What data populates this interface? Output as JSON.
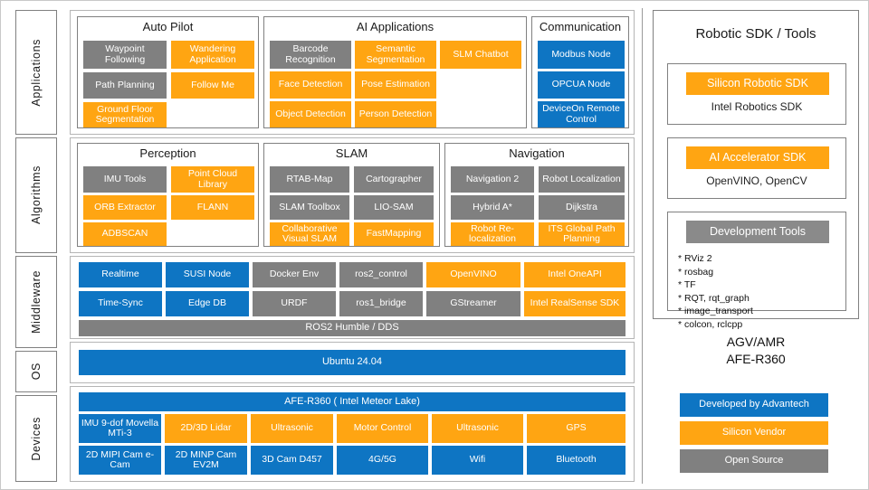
{
  "layers": [
    {
      "id": "applications",
      "label": "Applications"
    },
    {
      "id": "algorithms",
      "label": "Algorithms"
    },
    {
      "id": "middleware",
      "label": "Middleware"
    },
    {
      "id": "os",
      "label": "OS"
    },
    {
      "id": "devices",
      "label": "Devices"
    }
  ],
  "colors": {
    "grey": "#808080",
    "orange": "#FFA512",
    "blue": "#0E75C3",
    "border": "#808080",
    "row_border": "#b5b5b5"
  },
  "applications": {
    "auto_pilot": {
      "title": "Auto Pilot",
      "items": [
        {
          "label": "Waypoint Following",
          "color": "grey"
        },
        {
          "label": "Wandering Application",
          "color": "orange"
        },
        {
          "label": "Path Planning",
          "color": "grey"
        },
        {
          "label": "Follow Me",
          "color": "orange"
        },
        {
          "label": "Ground Floor Segmentation",
          "color": "orange"
        }
      ]
    },
    "ai_applications": {
      "title": "AI Applications",
      "items": [
        {
          "label": "Barcode Recognition",
          "color": "grey"
        },
        {
          "label": "Semantic Segmentation",
          "color": "orange"
        },
        {
          "label": "SLM Chatbot",
          "color": "orange"
        },
        {
          "label": "Face Detection",
          "color": "orange"
        },
        {
          "label": "Pose Estimation",
          "color": "orange"
        },
        {
          "label": "Object Detection",
          "color": "orange"
        },
        {
          "label": "Person Detection",
          "color": "orange"
        }
      ]
    },
    "communication": {
      "title": "Communication",
      "items": [
        {
          "label": "Modbus Node",
          "color": "blue"
        },
        {
          "label": "OPCUA Node",
          "color": "blue"
        },
        {
          "label": "DeviceOn Remote Control",
          "color": "blue"
        }
      ]
    }
  },
  "algorithms": {
    "perception": {
      "title": "Perception",
      "items": [
        {
          "label": "IMU Tools",
          "color": "grey"
        },
        {
          "label": "Point Cloud Library",
          "color": "orange"
        },
        {
          "label": "ORB Extractor",
          "color": "orange"
        },
        {
          "label": "FLANN",
          "color": "orange"
        },
        {
          "label": "ADBSCAN",
          "color": "orange"
        }
      ]
    },
    "slam": {
      "title": "SLAM",
      "items": [
        {
          "label": "RTAB-Map",
          "color": "grey"
        },
        {
          "label": "Cartographer",
          "color": "grey"
        },
        {
          "label": "SLAM Toolbox",
          "color": "grey"
        },
        {
          "label": "LIO-SAM",
          "color": "grey"
        },
        {
          "label": "Collaborative Visual SLAM",
          "color": "orange"
        },
        {
          "label": "FastMapping",
          "color": "orange"
        }
      ]
    },
    "navigation": {
      "title": "Navigation",
      "items": [
        {
          "label": "Navigation 2",
          "color": "grey"
        },
        {
          "label": "Robot Localization",
          "color": "grey"
        },
        {
          "label": "Hybrid A*",
          "color": "grey"
        },
        {
          "label": "Dijkstra",
          "color": "grey"
        },
        {
          "label": "Robot Re-localization",
          "color": "orange"
        },
        {
          "label": "ITS Global Path Planning",
          "color": "orange"
        }
      ]
    }
  },
  "middleware": {
    "row1": [
      {
        "label": "Realtime",
        "color": "blue"
      },
      {
        "label": "SUSI Node",
        "color": "blue"
      },
      {
        "label": "Docker Env",
        "color": "grey"
      },
      {
        "label": "ros2_control",
        "color": "grey"
      },
      {
        "label": "OpenVINO",
        "color": "orange"
      },
      {
        "label": "Intel OneAPI",
        "color": "orange"
      }
    ],
    "row2": [
      {
        "label": "Time-Sync",
        "color": "blue"
      },
      {
        "label": "Edge DB",
        "color": "blue"
      },
      {
        "label": "URDF",
        "color": "grey"
      },
      {
        "label": "ros1_bridge",
        "color": "grey"
      },
      {
        "label": "GStreamer",
        "color": "grey"
      },
      {
        "label": "Intel RealSense SDK",
        "color": "orange"
      }
    ],
    "bar": {
      "label": "ROS2 Humble / DDS",
      "color": "grey"
    }
  },
  "os": {
    "bar": {
      "label": "Ubuntu 24.04",
      "color": "blue"
    }
  },
  "devices": {
    "bar": {
      "label": "AFE-R360 ( Intel Meteor Lake)",
      "color": "blue"
    },
    "row1": [
      {
        "label": "IMU 9-dof Movella MTi-3",
        "color": "blue"
      },
      {
        "label": "2D/3D Lidar",
        "color": "orange"
      },
      {
        "label": "Ultrasonic",
        "color": "orange"
      },
      {
        "label": "Motor Control",
        "color": "orange"
      },
      {
        "label": "Ultrasonic",
        "color": "orange"
      },
      {
        "label": "GPS",
        "color": "orange"
      }
    ],
    "row2": [
      {
        "label": "2D MIPI Cam e-Cam",
        "color": "blue"
      },
      {
        "label": "2D MINP Cam EV2M",
        "color": "blue"
      },
      {
        "label": "3D Cam D457",
        "color": "blue"
      },
      {
        "label": "4G/5G",
        "color": "blue"
      },
      {
        "label": "Wifi",
        "color": "blue"
      },
      {
        "label": "Bluetooth",
        "color": "blue"
      }
    ]
  },
  "sdk_panel": {
    "title": "Robotic SDK / Tools",
    "cards": [
      {
        "header": "Silicon Robotic SDK",
        "header_color": "orange",
        "sub": "Intel Robotics SDK"
      },
      {
        "header": "AI Accelerator SDK",
        "header_color": "orange",
        "sub": "OpenVINO, OpenCV"
      },
      {
        "header": "Development Tools",
        "header_color": "grey",
        "sub": ""
      }
    ],
    "tools_col1": [
      "* RViz 2",
      "* rosbag",
      "* TF"
    ],
    "tools_col2": [
      "* RQT, rqt_graph",
      "* image_transport",
      "* colcon, rclcpp"
    ]
  },
  "product": {
    "line1": "AGV/AMR",
    "line2": "AFE-R360"
  },
  "legend": [
    {
      "label": "Developed by Advantech",
      "color": "blue"
    },
    {
      "label": "Silicon Vendor",
      "color": "orange"
    },
    {
      "label": "Open Source",
      "color": "grey"
    }
  ]
}
